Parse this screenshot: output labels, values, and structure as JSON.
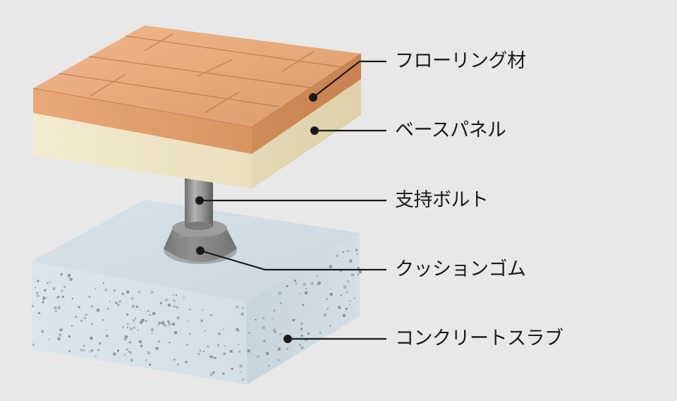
{
  "colors": {
    "background": "#e8e8e8",
    "flooring": "#e6a474",
    "base_panel": "#efe6c8",
    "bolt": "#8a8a8a",
    "cushion_rubber": "#8f8f8f",
    "concrete": "#d4e0e6",
    "leader_line": "#1a1a1a"
  },
  "labels": {
    "flooring": "フローリング材",
    "base_panel": "ベースパネル",
    "support_bolt": "支持ボルト",
    "cushion_rubber": "クッションゴム",
    "concrete_slab": "コンクリートスラブ"
  }
}
